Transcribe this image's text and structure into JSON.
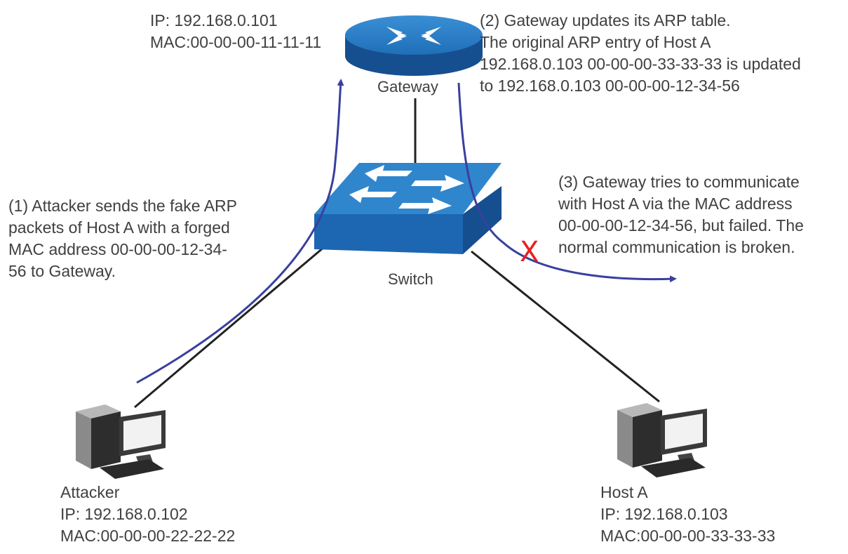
{
  "gateway": {
    "label": "Gateway",
    "ip": "IP: 192.168.0.101",
    "mac": "MAC:00-00-00-11-11-11"
  },
  "switch": {
    "label": "Switch"
  },
  "attacker": {
    "label": "Attacker",
    "ip": "IP: 192.168.0.102",
    "mac": "MAC:00-00-00-22-22-22"
  },
  "host_a": {
    "label": "Host A",
    "ip": "IP: 192.168.0.103",
    "mac": "MAC:00-00-00-33-33-33"
  },
  "steps": {
    "step1": [
      "(1) Attacker sends the fake ARP",
      "packets of Host A with a forged",
      "MAC address 00-00-00-12-34-",
      "56 to Gateway."
    ],
    "step2": [
      "(2) Gateway updates its ARP table.",
      "The original ARP entry of Host A",
      "192.168.0.103  00-00-00-33-33-33 is updated",
      "to 192.168.0.103  00-00-00-12-34-56"
    ],
    "step3": [
      "(3) Gateway tries to communicate",
      "with Host A via the MAC address",
      "00-00-00-12-34-56, but failed. The",
      "normal communication is broken."
    ]
  },
  "failure_mark": "X",
  "colors": {
    "device_blue": "#1d64b0",
    "device_top": "#2f86cc",
    "arrow": "#3a3f9e",
    "cross": "#e8201f",
    "text": "#404040"
  }
}
